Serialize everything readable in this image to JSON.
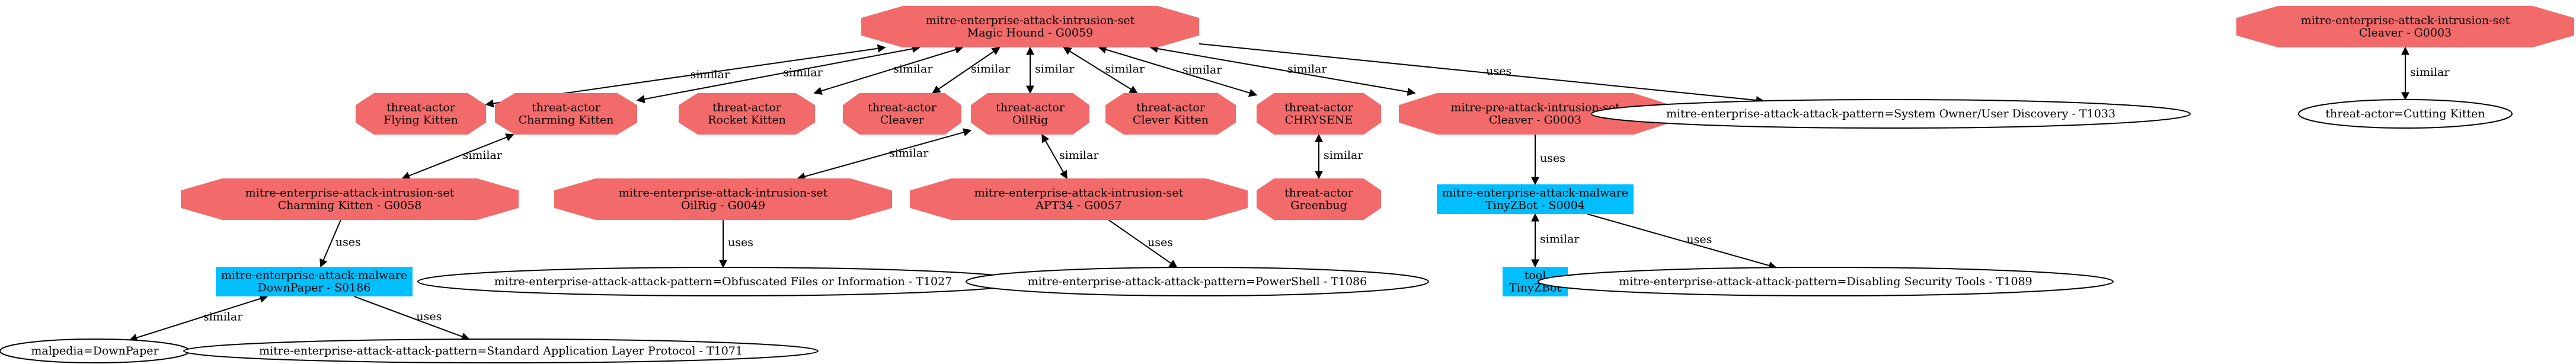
{
  "colors": {
    "threat_node": "#f36a6a",
    "malware_node": "#00bfff",
    "pattern_node": "#ffffff",
    "stroke": "#000000"
  },
  "nodes": {
    "magic_hound": {
      "lines": [
        "mitre-enterprise-attack-intrusion-set",
        "Magic Hound - G0059"
      ]
    },
    "cleaver_g0003": {
      "lines": [
        "mitre-enterprise-attack-intrusion-set",
        "Cleaver - G0003"
      ]
    },
    "flying_kitten": {
      "lines": [
        "threat-actor",
        "Flying Kitten"
      ]
    },
    "charming_kitten_actor": {
      "lines": [
        "threat-actor",
        "Charming Kitten"
      ]
    },
    "rocket_kitten": {
      "lines": [
        "threat-actor",
        "Rocket Kitten"
      ]
    },
    "cleaver_actor": {
      "lines": [
        "threat-actor",
        "Cleaver"
      ]
    },
    "oilrig_actor": {
      "lines": [
        "threat-actor",
        "OilRig"
      ]
    },
    "clever_kitten": {
      "lines": [
        "threat-actor",
        "Clever Kitten"
      ]
    },
    "chrysene": {
      "lines": [
        "threat-actor",
        "CHRYSENE"
      ]
    },
    "pre_cleaver": {
      "lines": [
        "mitre-pre-attack-intrusion-set",
        "Cleaver - G0003"
      ]
    },
    "sys_owner": {
      "lines": [
        "mitre-enterprise-attack-attack-pattern=System Owner/User Discovery - T1033"
      ]
    },
    "cutting_kitten": {
      "lines": [
        "threat-actor=Cutting Kitten"
      ]
    },
    "charming_kitten_set": {
      "lines": [
        "mitre-enterprise-attack-intrusion-set",
        "Charming Kitten - G0058"
      ]
    },
    "oilrig_set": {
      "lines": [
        "mitre-enterprise-attack-intrusion-set",
        "OilRig - G0049"
      ]
    },
    "apt34": {
      "lines": [
        "mitre-enterprise-attack-intrusion-set",
        "APT34 - G0057"
      ]
    },
    "greenbug": {
      "lines": [
        "threat-actor",
        "Greenbug"
      ]
    },
    "tinyzbot_malware": {
      "lines": [
        "mitre-enterprise-attack-malware",
        "TinyZBot - S0004"
      ]
    },
    "downpaper": {
      "lines": [
        "mitre-enterprise-attack-malware",
        "DownPaper - S0186"
      ]
    },
    "obfuscated": {
      "lines": [
        "mitre-enterprise-attack-attack-pattern=Obfuscated Files or Information - T1027"
      ]
    },
    "powershell": {
      "lines": [
        "mitre-enterprise-attack-attack-pattern=PowerShell - T1086"
      ]
    },
    "tool_tinyzbot": {
      "lines": [
        "tool",
        "TinyZBot"
      ]
    },
    "disabling_tools": {
      "lines": [
        "mitre-enterprise-attack-attack-pattern=Disabling Security Tools - T1089"
      ]
    },
    "malpedia": {
      "lines": [
        "malpedia=DownPaper"
      ]
    },
    "std_app_layer": {
      "lines": [
        "mitre-enterprise-attack-attack-pattern=Standard Application Layer Protocol - T1071"
      ]
    }
  },
  "edges": [
    {
      "from": "magic_hound",
      "to": "flying_kitten",
      "label": "similar",
      "dir": "both"
    },
    {
      "from": "magic_hound",
      "to": "charming_kitten_actor",
      "label": "similar",
      "dir": "both"
    },
    {
      "from": "magic_hound",
      "to": "rocket_kitten",
      "label": "similar",
      "dir": "both"
    },
    {
      "from": "magic_hound",
      "to": "cleaver_actor",
      "label": "similar",
      "dir": "both"
    },
    {
      "from": "magic_hound",
      "to": "oilrig_actor",
      "label": "similar",
      "dir": "both"
    },
    {
      "from": "magic_hound",
      "to": "clever_kitten",
      "label": "similar",
      "dir": "both"
    },
    {
      "from": "magic_hound",
      "to": "chrysene",
      "label": "similar",
      "dir": "both"
    },
    {
      "from": "magic_hound",
      "to": "pre_cleaver",
      "label": "similar",
      "dir": "both"
    },
    {
      "from": "magic_hound",
      "to": "sys_owner",
      "label": "uses",
      "dir": "forward"
    },
    {
      "from": "cleaver_g0003",
      "to": "cutting_kitten",
      "label": "similar",
      "dir": "both"
    },
    {
      "from": "charming_kitten_actor",
      "to": "charming_kitten_set",
      "label": "similar",
      "dir": "both"
    },
    {
      "from": "oilrig_actor",
      "to": "oilrig_set",
      "label": "similar",
      "dir": "both"
    },
    {
      "from": "oilrig_actor",
      "to": "apt34",
      "label": "similar",
      "dir": "both"
    },
    {
      "from": "chrysene",
      "to": "greenbug",
      "label": "similar",
      "dir": "both"
    },
    {
      "from": "pre_cleaver",
      "to": "tinyzbot_malware",
      "label": "uses",
      "dir": "forward"
    },
    {
      "from": "charming_kitten_set",
      "to": "downpaper",
      "label": "uses",
      "dir": "forward"
    },
    {
      "from": "oilrig_set",
      "to": "obfuscated",
      "label": "uses",
      "dir": "forward"
    },
    {
      "from": "apt34",
      "to": "powershell",
      "label": "uses",
      "dir": "forward"
    },
    {
      "from": "tinyzbot_malware",
      "to": "tool_tinyzbot",
      "label": "similar",
      "dir": "both"
    },
    {
      "from": "tinyzbot_malware",
      "to": "disabling_tools",
      "label": "uses",
      "dir": "forward"
    },
    {
      "from": "downpaper",
      "to": "malpedia",
      "label": "similar",
      "dir": "both"
    },
    {
      "from": "downpaper",
      "to": "std_app_layer",
      "label": "uses",
      "dir": "forward"
    }
  ]
}
